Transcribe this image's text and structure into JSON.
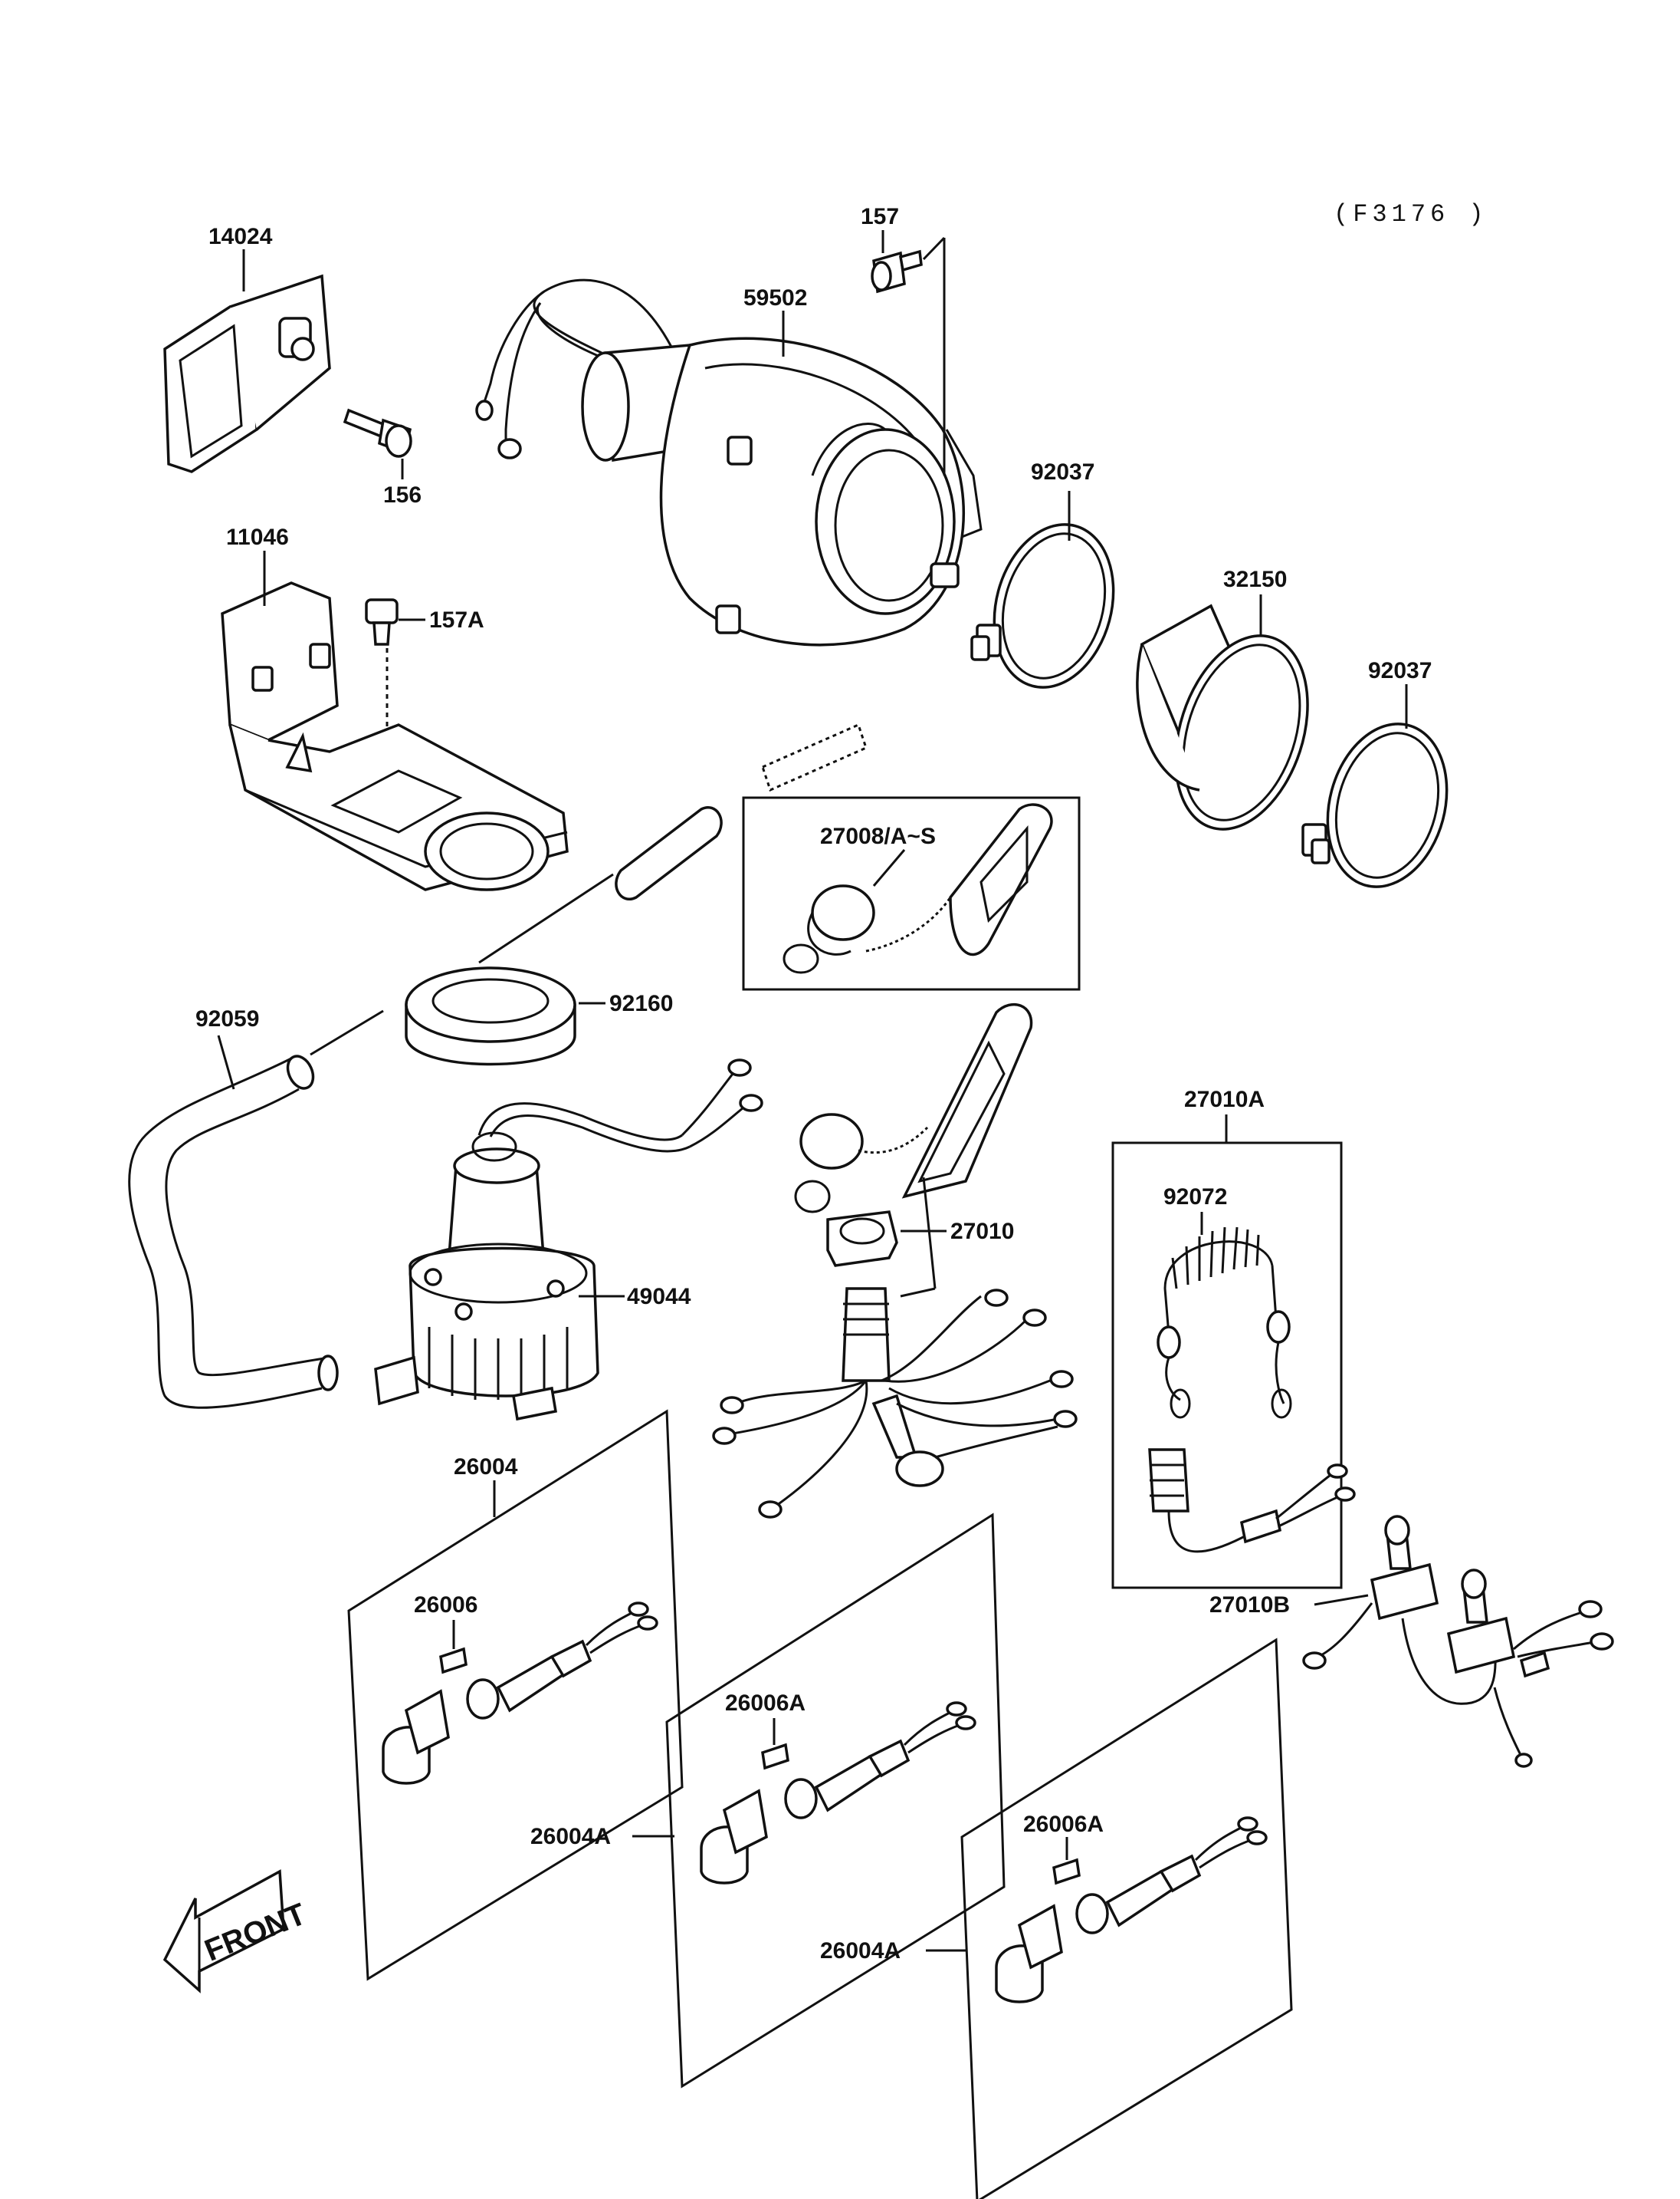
{
  "diagram_code": "(F3176 )",
  "front_label": "FRONT",
  "callouts": {
    "p14024": "14024",
    "p156": "156",
    "p157": "157",
    "p59502": "59502",
    "p92037_upper": "92037",
    "p32150": "32150",
    "p92037_lower": "92037",
    "p11046": "11046",
    "p157A": "157A",
    "p27008": "27008/A~S",
    "p92059": "92059",
    "p92160": "92160",
    "p49044": "49044",
    "p27010": "27010",
    "p27010A": "27010A",
    "p92072": "92072",
    "p27010B": "27010B",
    "p26004": "26004",
    "p26006": "26006",
    "p26006A_mid": "26006A",
    "p26004A_mid": "26004A",
    "p26006A_low": "26006A",
    "p26004A_low": "26004A"
  }
}
